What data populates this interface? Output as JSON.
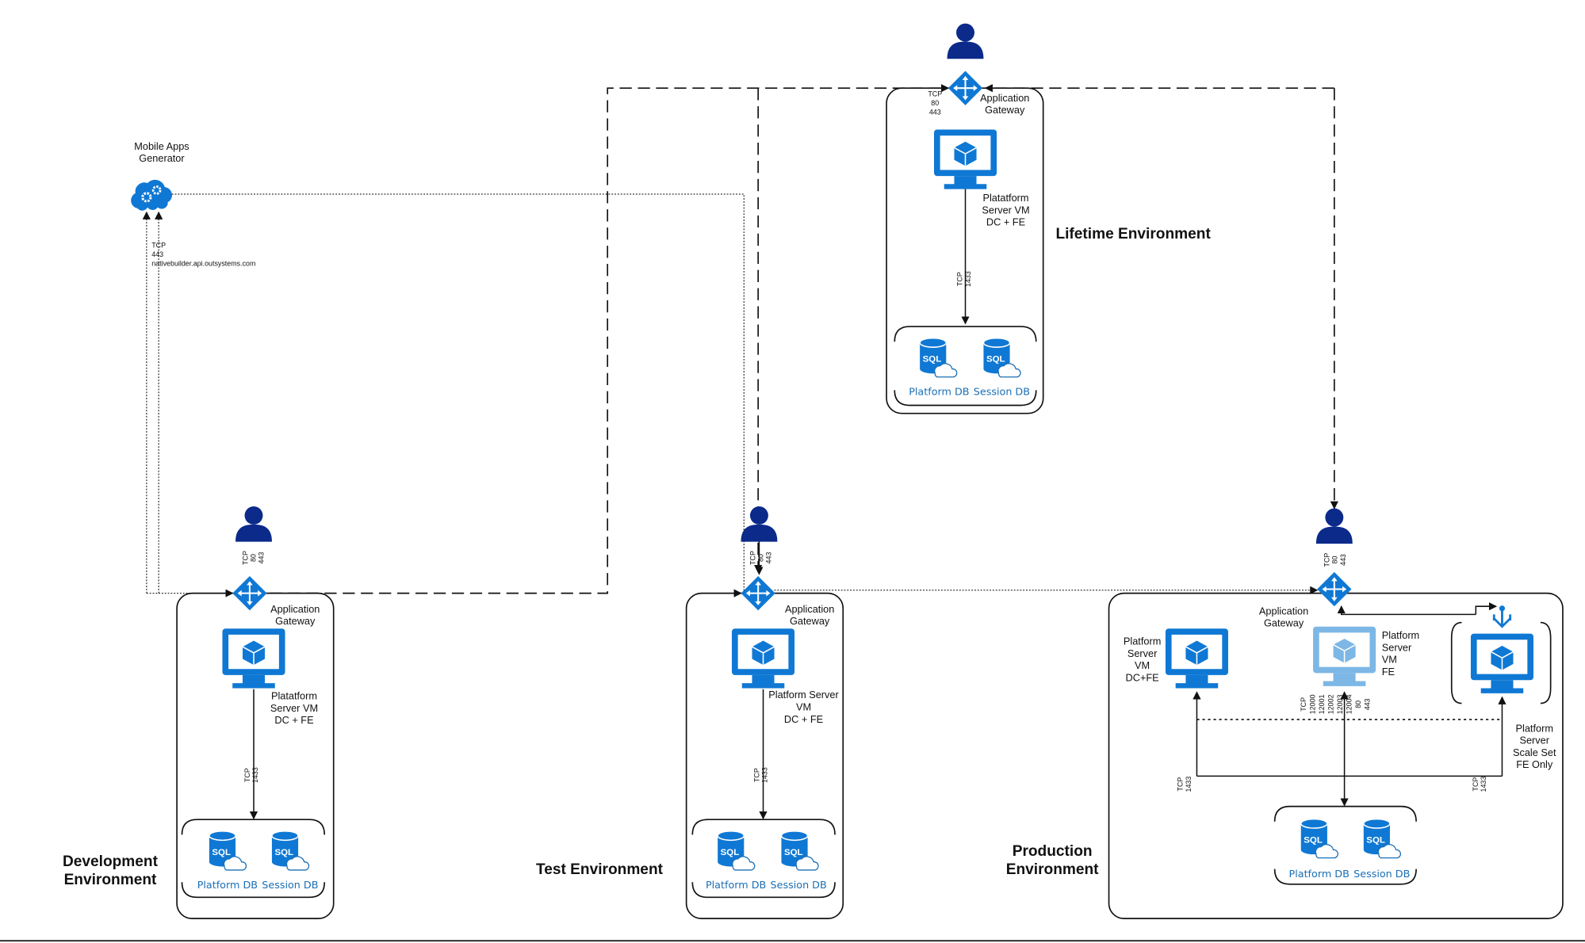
{
  "colors": {
    "azure_blue": "#0f78d4",
    "light_blue": "#7db7e6",
    "person_navy": "#0b2a8a",
    "db_label": "#1a6fb5"
  },
  "sql_badge": "SQL",
  "mobile_apps_generator": {
    "label": [
      "Mobile Apps",
      "Generator"
    ],
    "connection": [
      "TCP",
      "443",
      "nativebuilder.api.outsystems.com"
    ],
    "icon": "cloud-gears-icon"
  },
  "lifetime": {
    "title": "Lifetime Environment",
    "gateway_ports": [
      "TCP",
      "80",
      "443"
    ],
    "gateway_label": [
      "Application",
      "Gateway"
    ],
    "server_label": [
      "Platatform",
      "Server VM",
      "DC + FE"
    ],
    "db_port": [
      "TCP",
      "1433"
    ],
    "dbs": [
      "Platform DB",
      "Session DB"
    ]
  },
  "development": {
    "title": [
      "Development",
      "Environment"
    ],
    "gateway_ports": [
      "TCP",
      "80",
      "443"
    ],
    "gateway_label": [
      "Application",
      "Gateway"
    ],
    "server_label": [
      "Platatform",
      "Server VM",
      "DC + FE"
    ],
    "db_port": [
      "TCP",
      "1433"
    ],
    "dbs": [
      "Platform DB",
      "Session DB"
    ]
  },
  "test": {
    "title": "Test Environment",
    "gateway_ports": [
      "TCP",
      "80",
      "443"
    ],
    "gateway_label": [
      "Application",
      "Gateway"
    ],
    "server_label": [
      "Platform Server",
      "VM",
      "DC + FE"
    ],
    "db_port": [
      "TCP",
      "1433"
    ],
    "dbs": [
      "Platform DB",
      "Session DB"
    ]
  },
  "production": {
    "title": [
      "Production",
      "Environment"
    ],
    "gateway_ports": [
      "TCP",
      "80",
      "443"
    ],
    "gateway_label": [
      "Application",
      "Gateway"
    ],
    "vm_dcfe_label": [
      "Platform",
      "Server",
      "VM",
      "DC+FE"
    ],
    "vm_fe_label": [
      "Platform",
      "Server",
      "VM",
      "FE"
    ],
    "scale_set_label": [
      "Platform",
      "Server",
      "Scale Set",
      "FE Only"
    ],
    "fe_ports": [
      "TCP",
      "12000",
      "12001",
      "12002",
      "12003",
      "12004",
      "80",
      "443"
    ],
    "db_port_left": [
      "TCP",
      "1433"
    ],
    "db_port_right": [
      "TCP",
      "1433"
    ],
    "dbs": [
      "Platform DB",
      "Session DB"
    ]
  }
}
